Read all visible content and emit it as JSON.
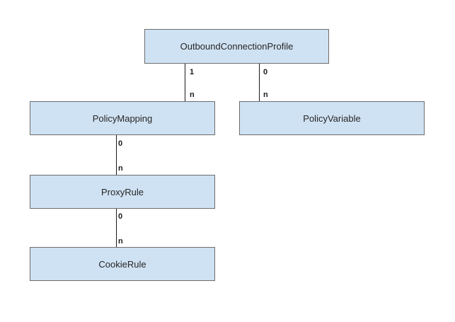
{
  "nodes": {
    "outbound": {
      "label": "OutboundConnectionProfile"
    },
    "policy_mapping": {
      "label": "PolicyMapping"
    },
    "policy_variable": {
      "label": "PolicyVariable"
    },
    "proxy_rule": {
      "label": "ProxyRule"
    },
    "cookie_rule": {
      "label": "CookieRule"
    }
  },
  "edges": {
    "outbound_to_mapping": {
      "from": "1",
      "to": "n"
    },
    "outbound_to_variable": {
      "from": "0",
      "to": "n"
    },
    "mapping_to_proxy": {
      "from": "0",
      "to": "n"
    },
    "proxy_to_cookie": {
      "from": "0",
      "to": "n"
    }
  },
  "colors": {
    "node_fill": "#cfe2f3",
    "node_border": "#6d6d6d",
    "edge": "#1a1a1a"
  }
}
